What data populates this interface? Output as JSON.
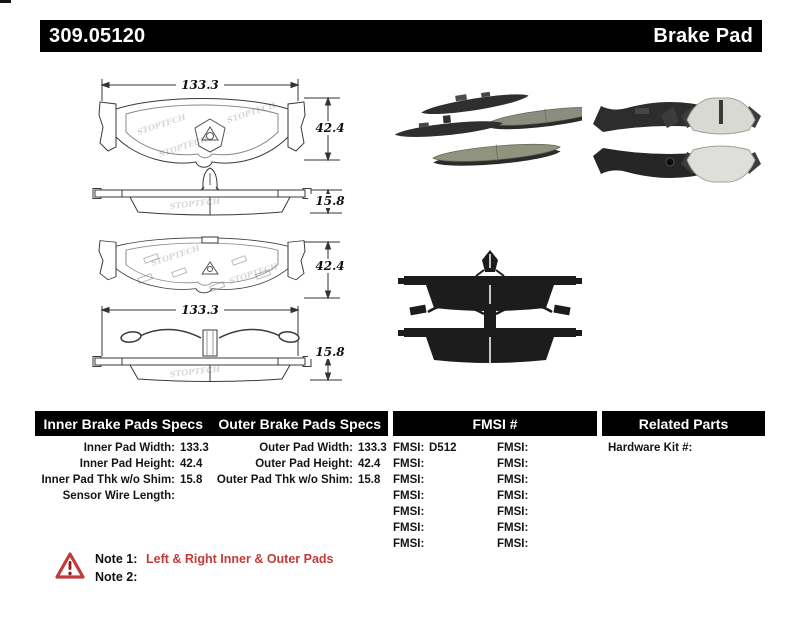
{
  "header": {
    "part_number": "309.05120",
    "product_name": "Brake Pad"
  },
  "drawings": {
    "watermark": "STOPTECH",
    "pad1": {
      "width": "133.3",
      "height": "42.4",
      "thickness": "15.8"
    },
    "pad2": {
      "width": "133.3",
      "height": "42.4",
      "thickness": "15.8"
    }
  },
  "tables": {
    "inner_specs": {
      "title": "Inner Brake Pads Specs",
      "rows": [
        {
          "label": "Inner Pad Width:",
          "value": "133.3"
        },
        {
          "label": "Inner Pad Height:",
          "value": "42.4"
        },
        {
          "label": "Inner Pad Thk w/o Shim:",
          "value": "15.8"
        },
        {
          "label": "Sensor Wire Length:",
          "value": ""
        }
      ]
    },
    "outer_specs": {
      "title": "Outer Brake Pads Specs",
      "rows": [
        {
          "label": "Outer Pad Width:",
          "value": "133.3"
        },
        {
          "label": "Outer Pad Height:",
          "value": "42.4"
        },
        {
          "label": "Outer Pad Thk w/o Shim:",
          "value": "15.8"
        }
      ]
    },
    "fmsi": {
      "title": "FMSI #",
      "col1": [
        {
          "label": "FMSI:",
          "value": "D512"
        },
        {
          "label": "FMSI:",
          "value": ""
        },
        {
          "label": "FMSI:",
          "value": ""
        },
        {
          "label": "FMSI:",
          "value": ""
        },
        {
          "label": "FMSI:",
          "value": ""
        },
        {
          "label": "FMSI:",
          "value": ""
        },
        {
          "label": "FMSI:",
          "value": ""
        }
      ],
      "col2": [
        {
          "label": "FMSI:",
          "value": ""
        },
        {
          "label": "FMSI:",
          "value": ""
        },
        {
          "label": "FMSI:",
          "value": ""
        },
        {
          "label": "FMSI:",
          "value": ""
        },
        {
          "label": "FMSI:",
          "value": ""
        },
        {
          "label": "FMSI:",
          "value": ""
        },
        {
          "label": "FMSI:",
          "value": ""
        }
      ]
    },
    "related": {
      "title": "Related Parts",
      "rows": [
        {
          "label": "Hardware Kit #:",
          "value": ""
        }
      ]
    }
  },
  "notes": {
    "note1_label": "Note 1:",
    "note1_text": "Left & Right Inner & Outer Pads",
    "note2_label": "Note 2:",
    "note2_text": ""
  },
  "colors": {
    "accent_red": "#c43b3b",
    "bar_bg": "#000000",
    "bar_fg": "#ffffff"
  }
}
